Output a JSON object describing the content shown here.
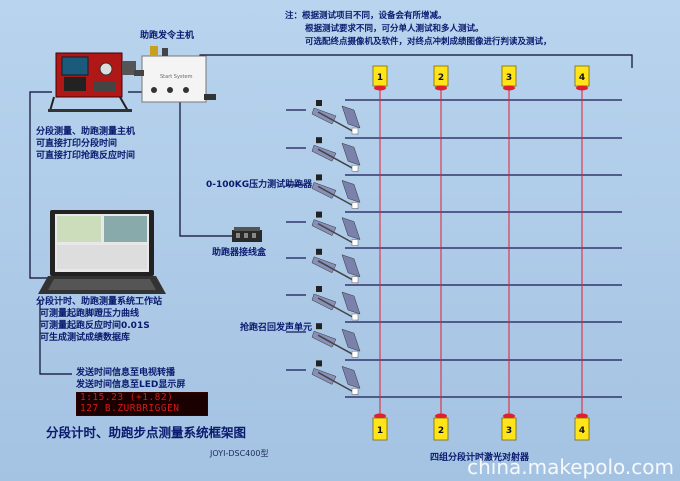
{
  "notes": {
    "line1": "注：根据测试项目不同，设备会有所增减。",
    "line2": "根据测试要求不同，可分单人测试和多人测试。",
    "line3": "可选配终点摄像机及软件，对终点冲刺成绩图像进行判读及测试，"
  },
  "labels": {
    "host_title": "助跑发令主机",
    "host_desc_1": "分段测量、助跑测量主机",
    "host_desc_2": "可直接打印分段时间",
    "host_desc_3": "可直接打印抢跑反应时间",
    "pressure_block": "0-100KG压力测试助跑器",
    "junction_box": "助跑器接线盒",
    "ws_1": "分段计时、助跑测量系统工作站",
    "ws_2": "可测量起跑脚蹬压力曲线",
    "ws_3": "可测量起跑反应时间0.01S",
    "ws_4": "可生成测试成绩数据库",
    "recall_unit": "抢跑召回发声单元",
    "send_tv": "发送时间信息至电视转播",
    "send_led": "发送时间信息至LED显示屏",
    "main_title": "分段计时、助跑步点测量系统框架图",
    "model": "JOYI-DSC400型",
    "laser": "四组分段计时激光对射器",
    "device_panel": "Start System",
    "watermark": "china.makepolo.com"
  },
  "led_display": {
    "row1": "1:15.23 (+1.82)",
    "row2": "127 B.ZURBRIGGEN"
  },
  "laser_top": [
    "1",
    "2",
    "3",
    "4"
  ],
  "laser_bottom": [
    "1",
    "2",
    "3",
    "4"
  ],
  "colors": {
    "lane_line": "#1a1a55",
    "laser_beam": "#e02030",
    "cable": "#0a0a30",
    "sensor_yellow": "#ffe41a",
    "background": "#aac8e6"
  }
}
